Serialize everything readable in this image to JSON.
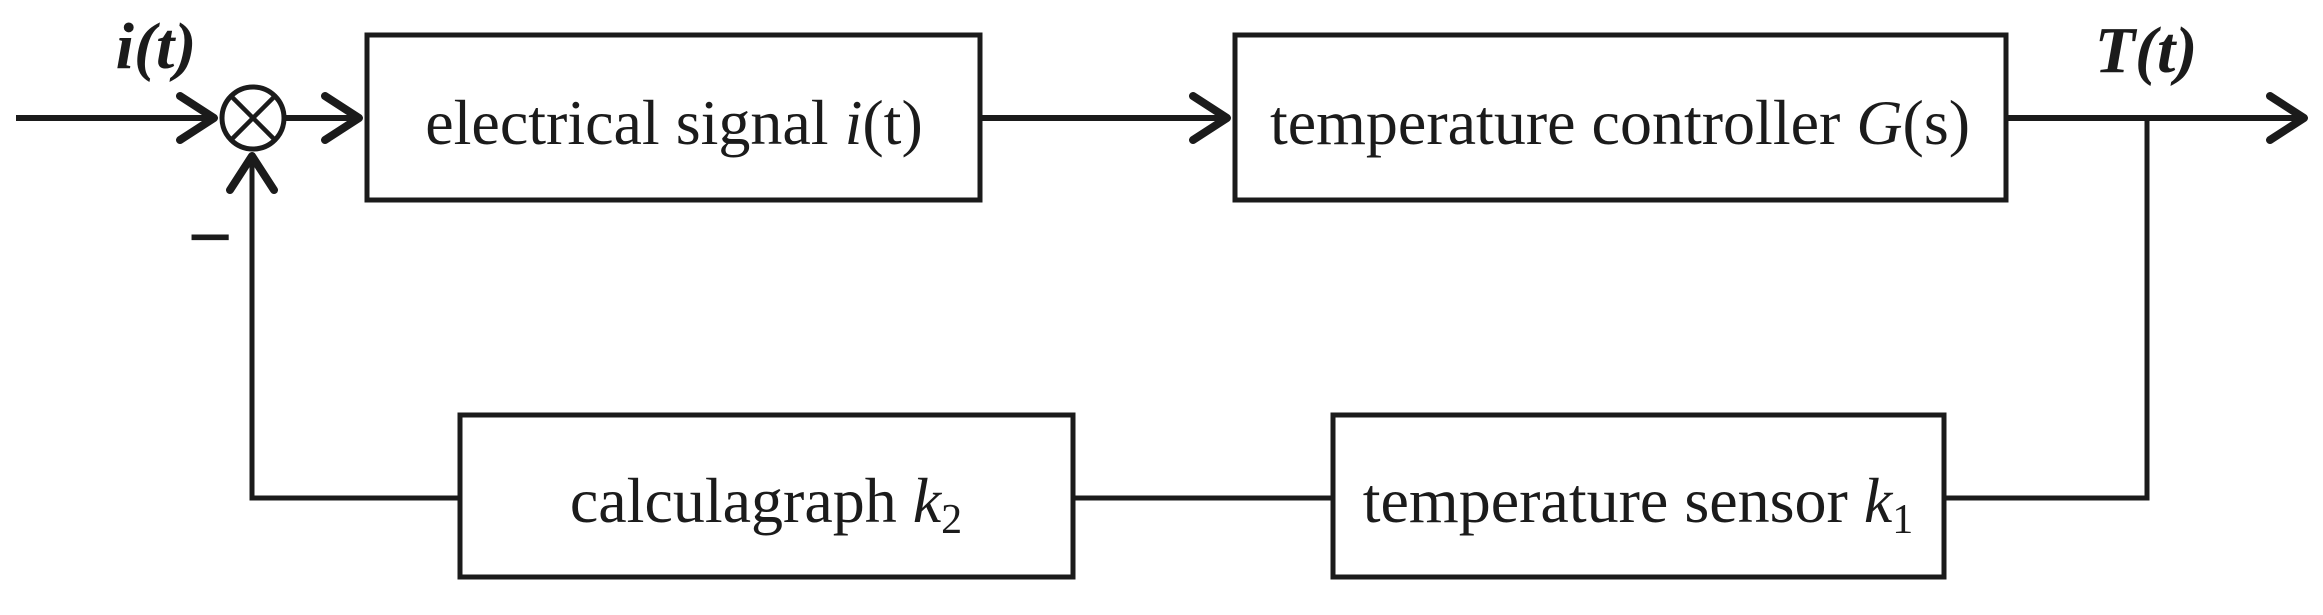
{
  "colors": {
    "ink": "#1b1b1b",
    "background": "#ffffff"
  },
  "signals": {
    "input_label": "i(t)",
    "output_label": "T(t)",
    "feedback_sign": "−"
  },
  "blocks": {
    "electrical_signal": {
      "text": "electrical signal",
      "var": "i",
      "suffix": "(t)"
    },
    "temperature_controller": {
      "text": "temperature controller",
      "var": "G",
      "suffix": "(s)"
    },
    "temperature_sensor": {
      "text": "temperature sensor",
      "var": "k",
      "sub": "1"
    },
    "calculagraph": {
      "text": "calculagraph",
      "var": "k",
      "sub": "2"
    }
  }
}
